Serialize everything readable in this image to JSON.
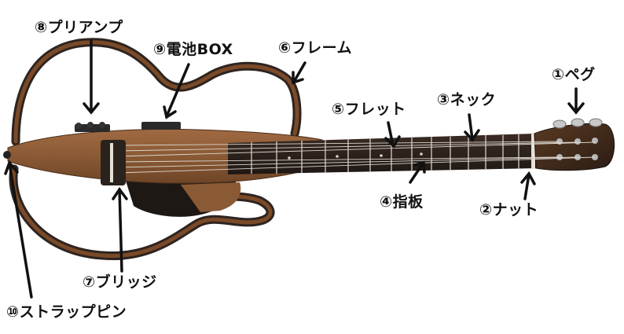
{
  "labels": {
    "peg": "①ペグ",
    "nut": "②ナット",
    "neck": "③ネック",
    "fingerboard": "④指板",
    "fret": "⑤フレット",
    "frame": "⑥フレーム",
    "bridge": "⑦ブリッジ",
    "preamp": "⑧プリアンプ",
    "battery_box": "⑨電池BOX",
    "strap_pin": "⑩ストラップピン"
  },
  "colors": {
    "wood_body": "#8a5a35",
    "wood_frame": "#7a4a28",
    "dark_frame": "#2e2420",
    "fingerboard": "#2a211c",
    "frets": "#c9c2b8",
    "strings": "#d9d4cc",
    "hardware": "#b5b5b5",
    "arrow": "#111111"
  }
}
